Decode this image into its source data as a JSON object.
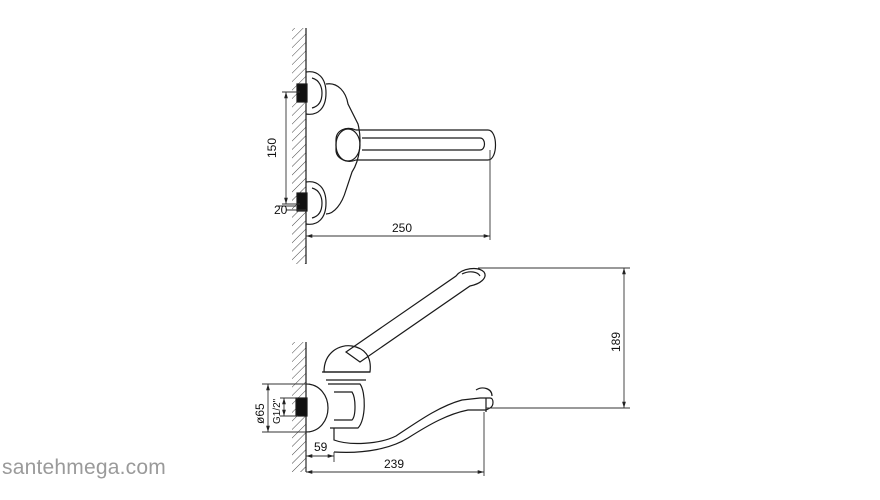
{
  "top_view": {
    "dimensions": {
      "spacing": "150",
      "offset": "20",
      "length": "250"
    }
  },
  "side_view": {
    "dimensions": {
      "height": "189",
      "diameter": "ø65",
      "thread": "G1/2\"",
      "depth": "59",
      "spout_length": "239"
    }
  },
  "watermark": "santehmega.com",
  "colors": {
    "line": "#1a1a1a",
    "dimension_line": "#333333",
    "watermark": "#9a9a9a",
    "background": "#ffffff"
  }
}
